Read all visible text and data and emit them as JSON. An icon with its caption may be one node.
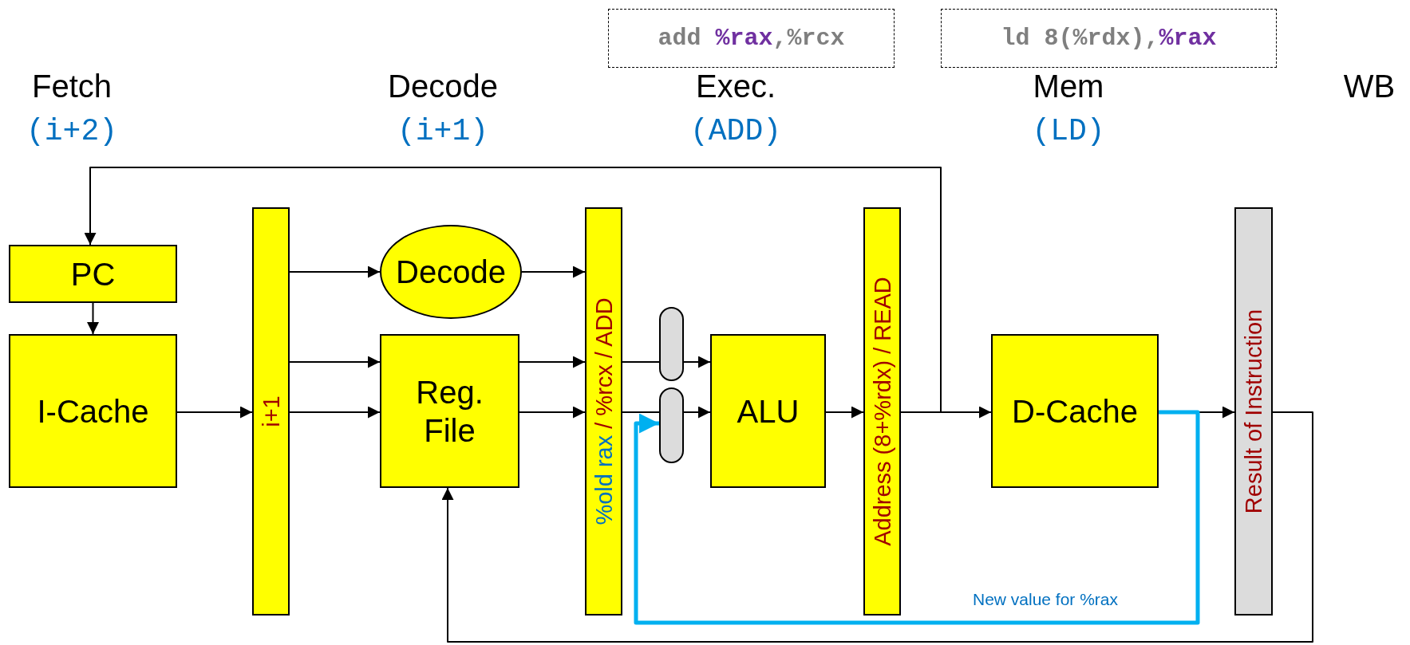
{
  "diagram": {
    "nodes": [
      {
        "text": [
          "add **%rax**,%rcx"
        ]
      },
      {
        "text": [
          "ld 8(%rdx),**%rax**"
        ]
      },
      {
        "text": [
          "PC"
        ]
      },
      {
        "text": [
          "I-Cache"
        ]
      },
      {
        "text": [
          "i+1"
        ]
      },
      {
        "text": [
          "Decode"
        ]
      },
      {
        "text": [
          "Reg. File"
        ]
      },
      {
        "text": [
          "%old rax",
          "/ %rcx / ADD"
        ]
      },
      {
        "text": [],
        "shape": "capsule"
      },
      {
        "text": [],
        "shape": "capsule"
      },
      {
        "text": [
          "ALU"
        ]
      },
      {
        "text": [
          "Address (8+%rdx) / READ"
        ]
      },
      {
        "text": [
          "D-Cache"
        ]
      },
      {
        "text": [
          "Result of Instruction"
        ]
      }
    ],
    "edges": [
      {
        "from": 2,
        "to": 3,
        "arrow": "to"
      },
      {
        "from": 3,
        "to": 4,
        "arrow": "to"
      },
      {
        "from": 4,
        "to": 5,
        "arrow": "to"
      },
      {
        "from": 4,
        "to": 6,
        "arrow": "to"
      },
      {
        "from": 4,
        "to": 6,
        "arrow": "to"
      },
      {
        "from": 5,
        "to": 7,
        "arrow": "to"
      },
      {
        "from": 6,
        "to": 7,
        "arrow": "to"
      },
      {
        "from": 6,
        "to": 7,
        "arrow": "to"
      },
      {
        "from": 7,
        "to": 8,
        "arrow": "none"
      },
      {
        "from": 8,
        "to": 10,
        "arrow": "to"
      },
      {
        "from": 7,
        "to": 9,
        "arrow": "none"
      },
      {
        "from": 9,
        "to": 10,
        "arrow": "to"
      },
      {
        "from": 10,
        "to": 11,
        "arrow": "to"
      },
      {
        "from": 11,
        "to": 12,
        "arrow": "to"
      },
      {
        "from": 11,
        "to": 2,
        "arrow": "to"
      },
      {
        "from": 12,
        "to": 13,
        "arrow": "to"
      },
      {
        "from": 12,
        "to": 9,
        "arrow": "to",
        "label": "New value for %rax",
        "style": "thick",
        "color": "#00b0f0"
      },
      {
        "from": 13,
        "to": 6,
        "arrow": "to"
      }
    ],
    "labels": [
      "Fetch",
      "(i+2)",
      "Decode",
      "(i+1)",
      "Exec.",
      "(ADD)",
      "Mem",
      "(LD)",
      "WB"
    ]
  }
}
